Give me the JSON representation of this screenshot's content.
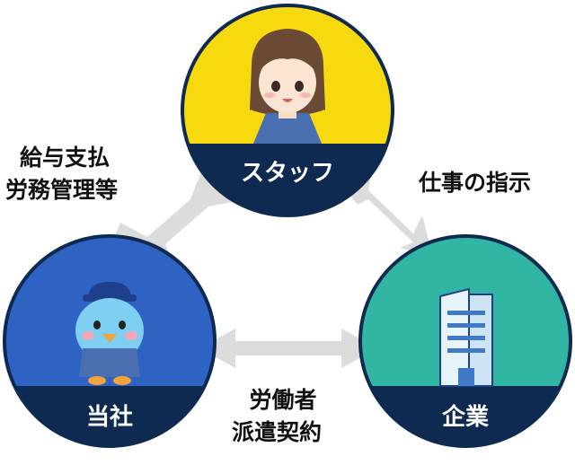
{
  "nodes": {
    "staff": {
      "label": "スタッフ",
      "top_color": "#f6d90f",
      "band_color": "#0e2a50"
    },
    "company_self": {
      "label": "当社",
      "top_color": "#2e63c4",
      "band_color": "#0e2a50"
    },
    "client": {
      "label": "企業",
      "top_color": "#31b6a3",
      "band_color": "#0e2a50"
    }
  },
  "edges": {
    "self_staff": {
      "lines": [
        "給与支払",
        "労務管理等"
      ]
    },
    "client_staff": {
      "lines": [
        "仕事の指示"
      ]
    },
    "self_client": {
      "lines": [
        "労働者",
        "派遣契約"
      ]
    }
  },
  "colors": {
    "arrow": "#dcdcdc",
    "outline": "#0e2a50"
  }
}
